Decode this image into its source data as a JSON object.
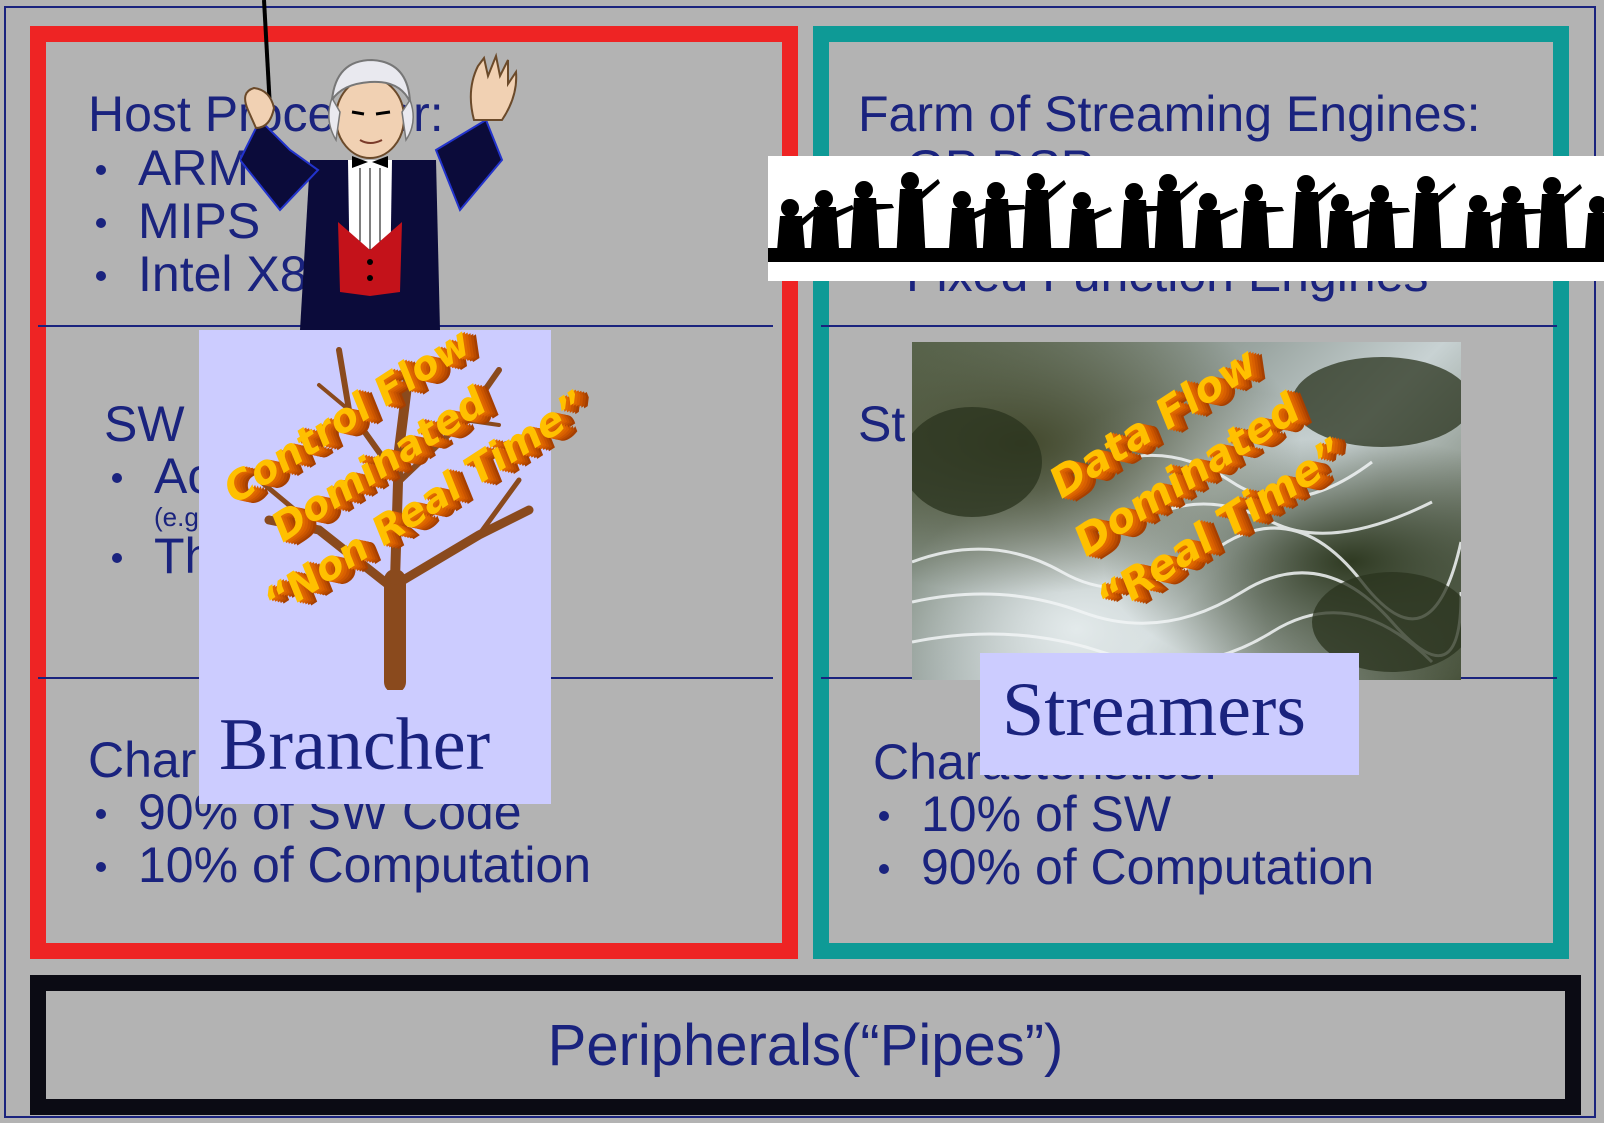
{
  "left": {
    "host_heading": "Host Processor:",
    "host_items": [
      "ARM",
      "MIPS",
      "Intel X86"
    ],
    "sw_heading": "SW",
    "sw_items": [
      "Ac",
      "Th"
    ],
    "sw_note": "(e.g.",
    "char_heading": "Char",
    "char_items": [
      "90% of SW Code",
      "10% of Computation"
    ]
  },
  "right": {
    "farm_heading": "Farm of Streaming Engines:",
    "farm_items_partial": [
      "GP DSP",
      "Fixed Function Engines"
    ],
    "st_heading": "St",
    "char_heading": "Characteristics:",
    "char_items": [
      "10% of SW",
      "90% of Computation"
    ]
  },
  "peripherals": "Peripherals(“Pipes”)",
  "brancher_card": {
    "wordart_lines": [
      "Control Flow",
      "Dominated",
      "“Non Real Time”"
    ],
    "label": "Brancher"
  },
  "streamers_card": {
    "wordart_lines": [
      "Data Flow",
      "Dominated",
      "“Real Time”"
    ],
    "label": "Streamers"
  },
  "colors": {
    "background": "#b3b3b3",
    "text": "#1a237e",
    "left_border": "#ee2424",
    "right_border": "#0e9a96",
    "peripherals_border": "#0b0b14",
    "card_bg": "#ccccff",
    "wordart_face": "#ffc000",
    "wordart_side": "#c95400"
  }
}
